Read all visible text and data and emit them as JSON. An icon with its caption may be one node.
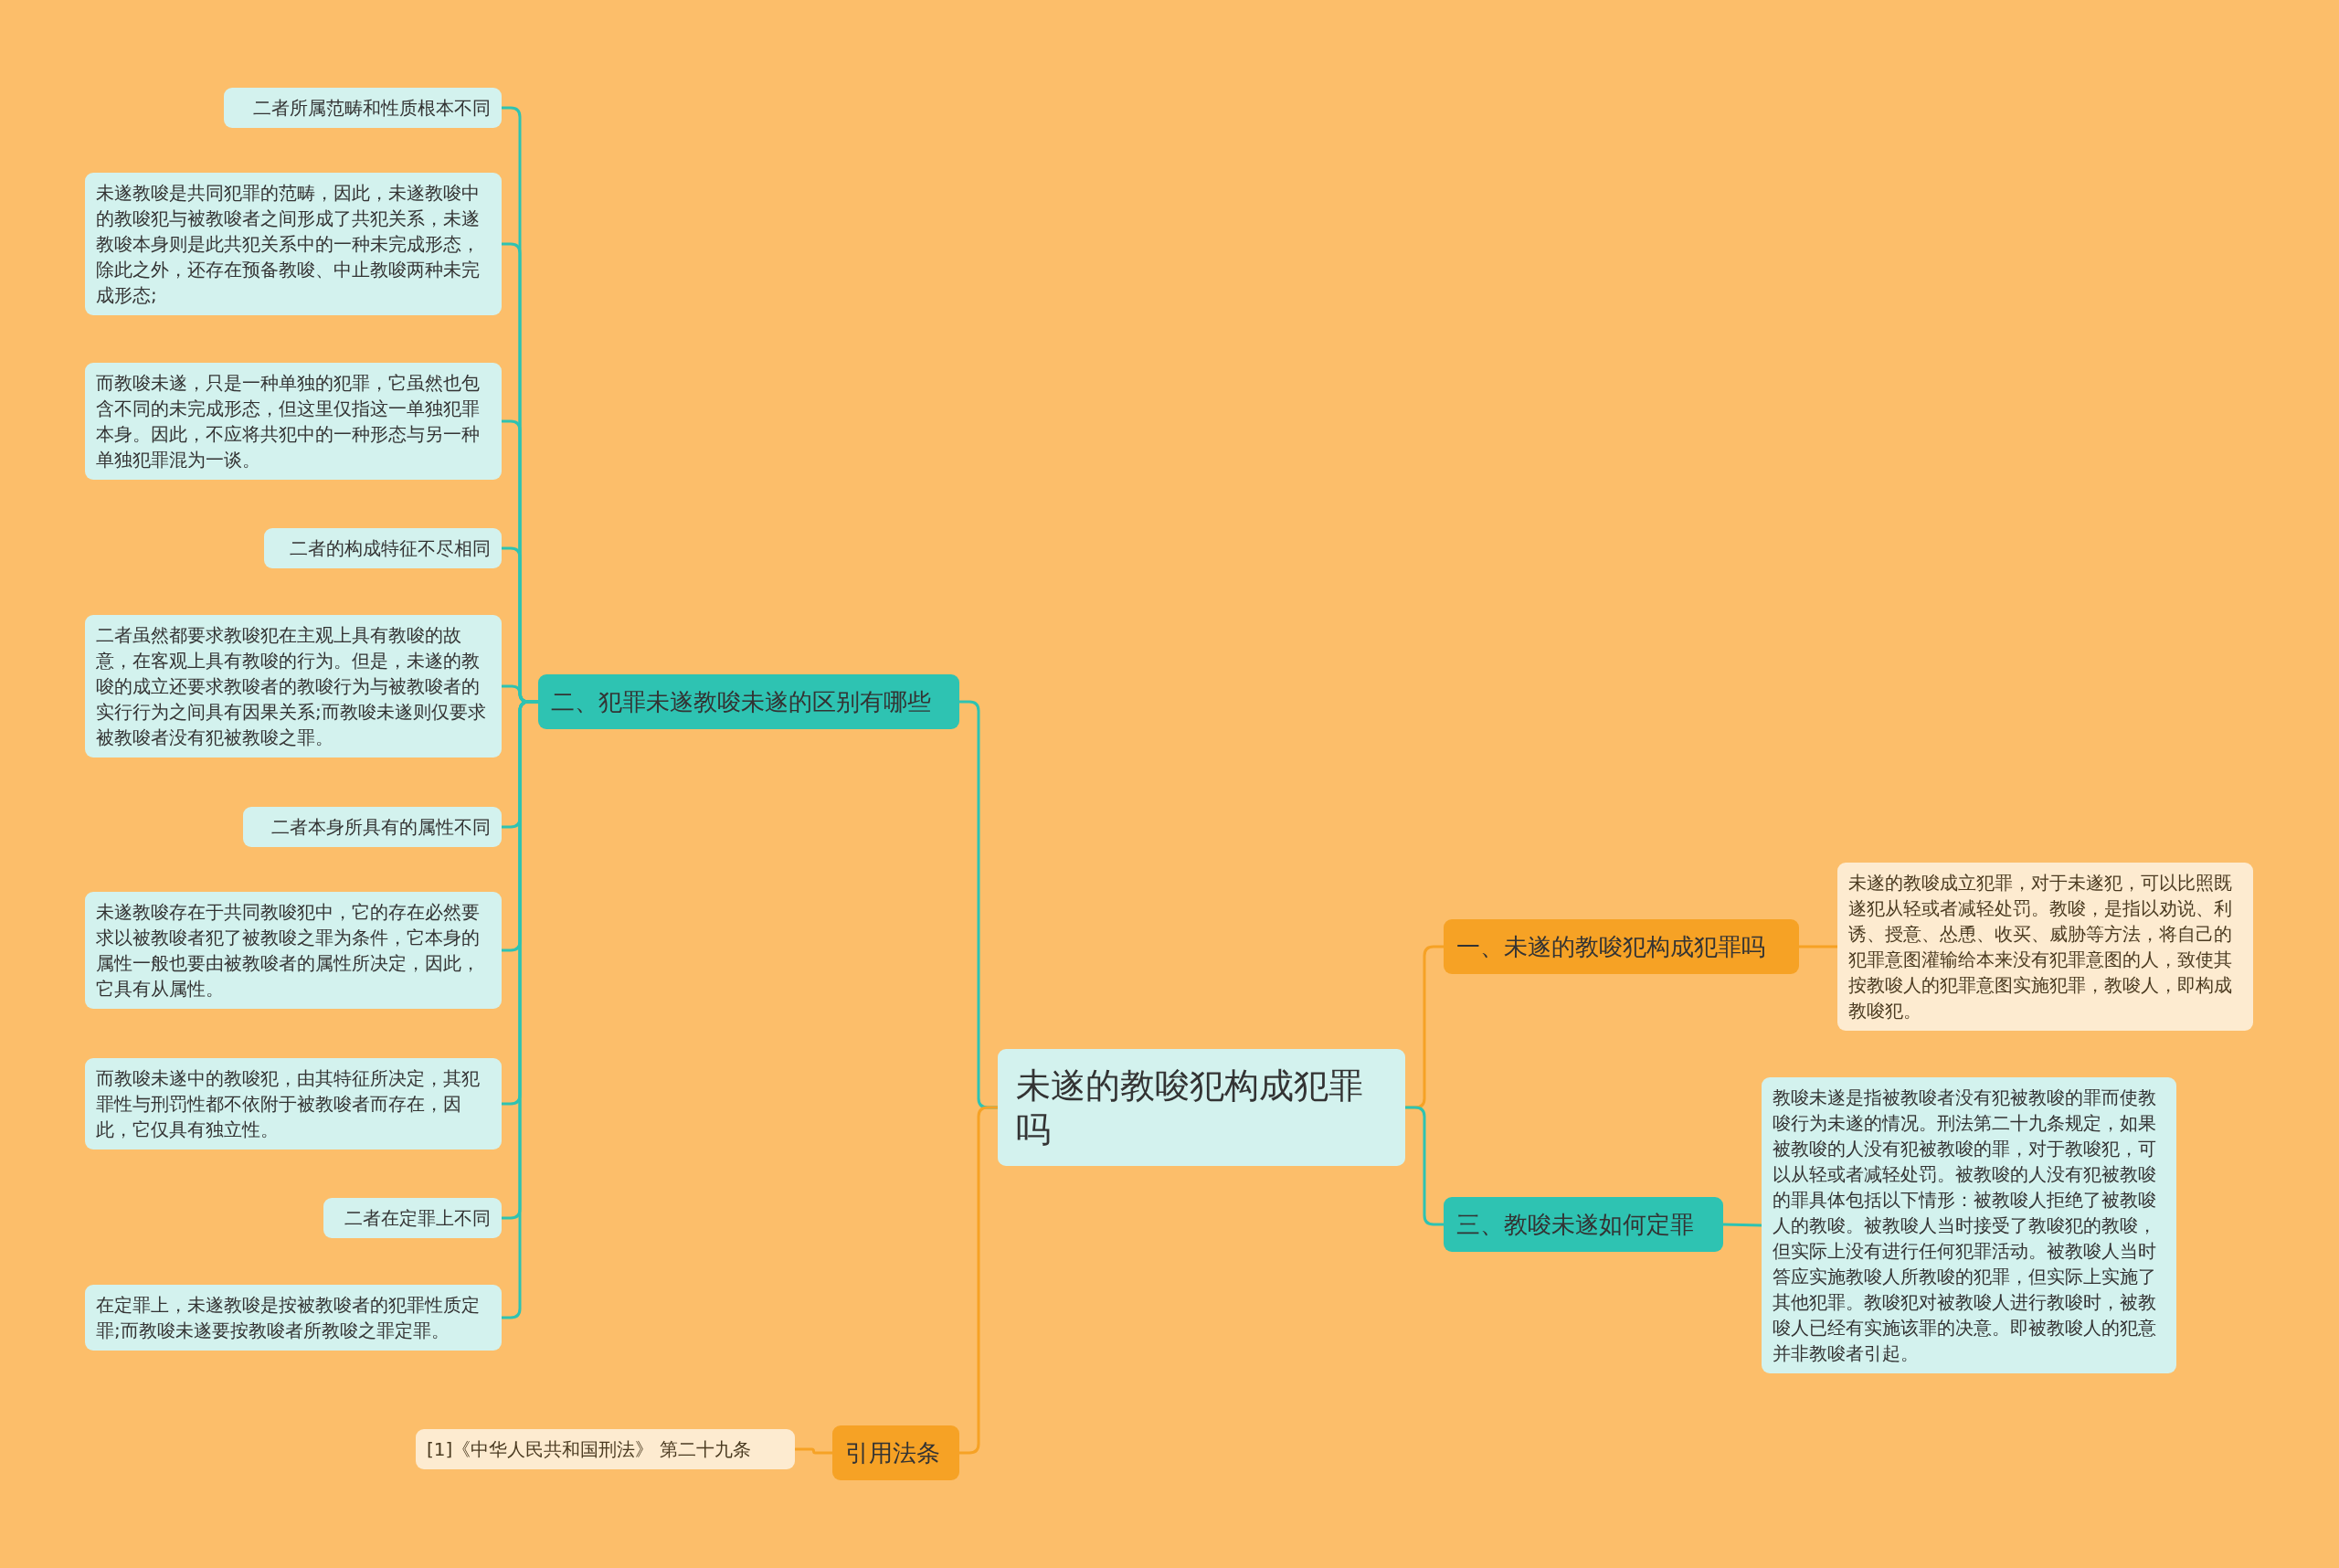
{
  "diagram": {
    "nodes": [
      {
        "text": [
          "未遂的教唆犯构成犯罪吗"
        ]
      },
      {
        "text": [
          "一、未遂的教唆犯构成犯罪吗"
        ]
      },
      {
        "text": [
          "未遂的教唆成立犯罪，对于未遂犯，可以比照既遂犯从轻或者减轻处罚。教唆，是指以劝说、利诱、授意、怂恿、收买、威胁等方法，将自己的犯罪意图灌输给本来没有犯罪意图的人，致使其按教唆人的犯罪意图实施犯罪，教唆人，即构成教唆犯。"
        ]
      },
      {
        "text": [
          "三、教唆未遂如何定罪"
        ]
      },
      {
        "text": [
          "教唆未遂是指被教唆者没有犯被教唆的罪而使教唆行为未遂的情况。刑法第二十九条规定，如果被教唆的人没有犯被教唆的罪，对于教唆犯，可以从轻或者减轻处罚。被教唆的人没有犯被教唆的罪具体包括以下情形：被教唆人拒绝了被教唆人的教唆。被教唆人当时接受了教唆犯的教唆，但实际上没有进行任何犯罪活动。被教唆人当时答应实施教唆人所教唆的犯罪，但实际上实施了其他犯罪。教唆犯对被教唆人进行教唆时，被教唆人已经有实施该罪的决意。即被教唆人的犯意并非教唆者引起。"
        ]
      },
      {
        "text": [
          "二、犯罪未遂教唆未遂的区别有哪些"
        ]
      },
      {
        "text": [
          "二者所属范畴和性质根本不同"
        ]
      },
      {
        "text": [
          "未遂教唆是共同犯罪的范畴，因此，未遂教唆中的教唆犯与被教唆者之间形成了共犯关系，未遂教唆本身则是此共犯关系中的一种未完成形态，除此之外，还存在预备教唆、中止教唆两种未完成形态;"
        ]
      },
      {
        "text": [
          "而教唆未遂，只是一种单独的犯罪，它虽然也包含不同的未完成形态，但这里仅指这一单独犯罪本身。因此，不应将共犯中的一种形态与另一种单独犯罪混为一谈。"
        ]
      },
      {
        "text": [
          "二者的构成特征不尽相同"
        ]
      },
      {
        "text": [
          "二者虽然都要求教唆犯在主观上具有教唆的故意，在客观上具有教唆的行为。但是，未遂的教唆的成立还要求教唆者的教唆行为与被教唆者的实行行为之间具有因果关系;而教唆未遂则仅要求被教唆者没有犯被教唆之罪。"
        ]
      },
      {
        "text": [
          "二者本身所具有的属性不同"
        ]
      },
      {
        "text": [
          "未遂教唆存在于共同教唆犯中，它的存在必然要求以被教唆者犯了被教唆之罪为条件，它本身的属性一般也要由被教唆者的属性所决定，因此，它具有从属性。"
        ]
      },
      {
        "text": [
          "而教唆未遂中的教唆犯，由其特征所决定，其犯罪性与刑罚性都不依附于被教唆者而存在，因此，它仅具有独立性。"
        ]
      },
      {
        "text": [
          "二者在定罪上不同"
        ]
      },
      {
        "text": [
          "在定罪上，未遂教唆是按被教唆者的犯罪性质定罪;而教唆未遂要按教唆者所教唆之罪定罪。"
        ]
      },
      {
        "text": [
          "引用法条"
        ]
      },
      {
        "text": [
          "[1]《中华人民共和国刑法》 第二十九条"
        ]
      }
    ],
    "edges": [
      {
        "from": 0,
        "to": 1,
        "arrow": "none",
        "color": "#f6a225"
      },
      {
        "from": 1,
        "to": 2,
        "arrow": "none",
        "color": "#f6a225"
      },
      {
        "from": 0,
        "to": 3,
        "arrow": "none"
      },
      {
        "from": 3,
        "to": 4,
        "arrow": "none"
      },
      {
        "from": 0,
        "to": 5,
        "arrow": "none"
      },
      {
        "from": 5,
        "to": 6,
        "arrow": "none"
      },
      {
        "from": 5,
        "to": 7,
        "arrow": "none"
      },
      {
        "from": 5,
        "to": 8,
        "arrow": "none"
      },
      {
        "from": 5,
        "to": 9,
        "arrow": "none"
      },
      {
        "from": 5,
        "to": 10,
        "arrow": "none"
      },
      {
        "from": 5,
        "to": 11,
        "arrow": "none"
      },
      {
        "from": 5,
        "to": 12,
        "arrow": "none"
      },
      {
        "from": 5,
        "to": 13,
        "arrow": "none"
      },
      {
        "from": 5,
        "to": 14,
        "arrow": "none"
      },
      {
        "from": 5,
        "to": 15,
        "arrow": "none"
      },
      {
        "from": 0,
        "to": 16,
        "arrow": "none",
        "color": "#f6a225"
      },
      {
        "from": 16,
        "to": 17,
        "arrow": "none",
        "color": "#f6a225"
      }
    ]
  }
}
